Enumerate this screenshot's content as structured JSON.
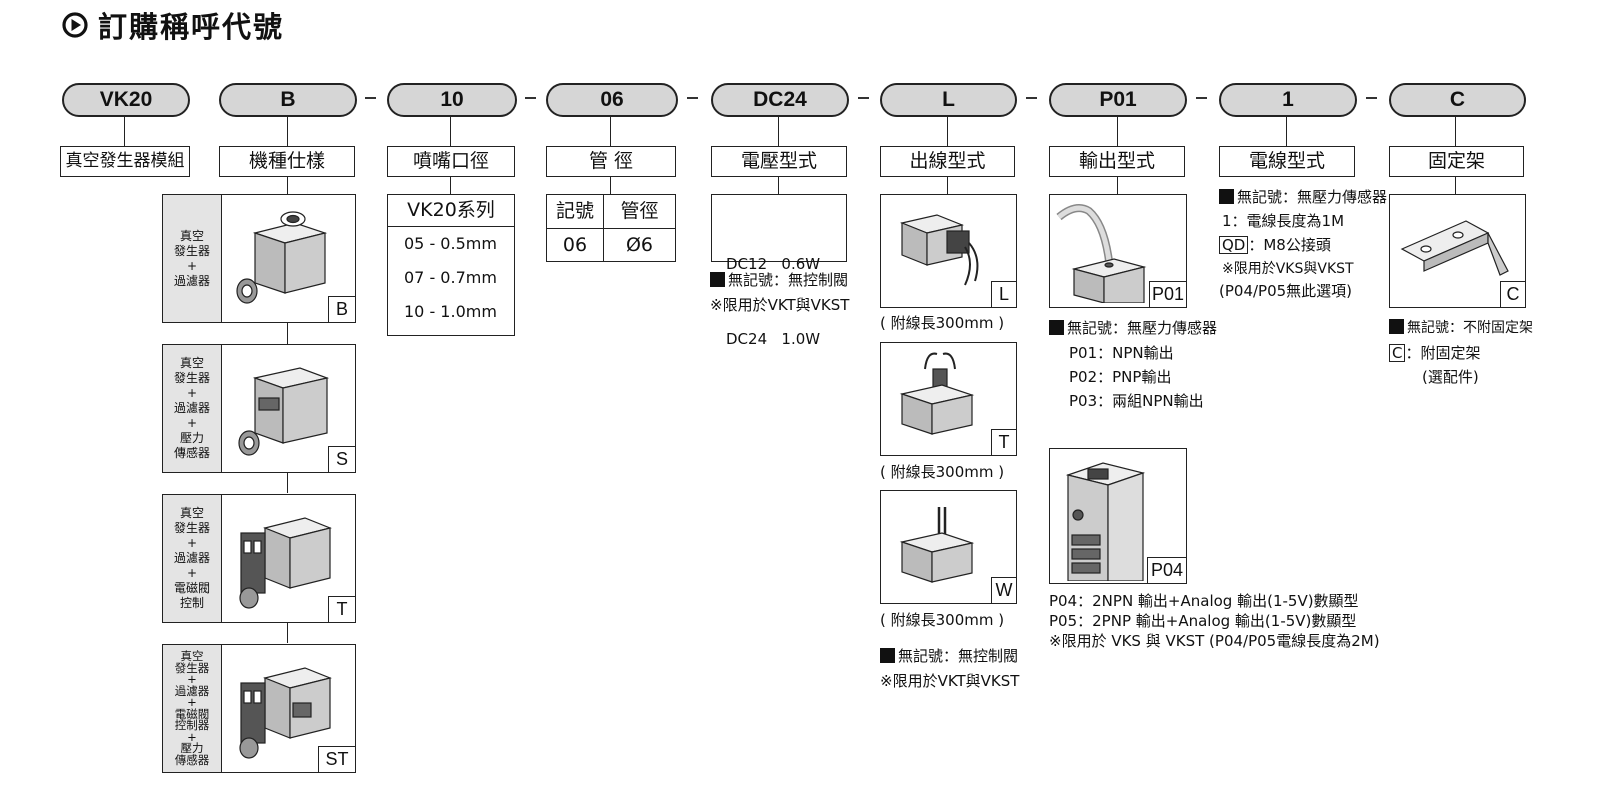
{
  "title": "訂購稱呼代號",
  "codes": [
    "VK20",
    "B",
    "10",
    "06",
    "DC24",
    "L",
    "P01",
    "1",
    "C"
  ],
  "headers": [
    "真空發生器模組",
    "機種仕樣",
    "噴嘴口徑",
    "管 徑",
    "電壓型式",
    "出線型式",
    "輸出型式",
    "電線型式",
    "固定架"
  ],
  "models": [
    {
      "side": [
        "真空",
        "發生器",
        "+",
        "過濾器"
      ],
      "tag": "B"
    },
    {
      "side": [
        "真空",
        "發生器",
        "+",
        "過濾器",
        "+",
        "壓力",
        "傳感器"
      ],
      "tag": "S"
    },
    {
      "side": [
        "真空",
        "發生器",
        "+",
        "過濾器",
        "+",
        "電磁閥",
        "控制"
      ],
      "tag": "T"
    },
    {
      "side": [
        "真空",
        "發生器",
        "+",
        "過濾器",
        "+",
        "電磁閥",
        "控制器",
        "+",
        "壓力",
        "傳感器"
      ],
      "tag": "ST"
    }
  ],
  "nozzle": {
    "head": "VK20系列",
    "rows": [
      "05 - 0.5mm",
      "07 - 0.7mm",
      "10 - 1.0mm"
    ]
  },
  "tube": {
    "h1": "記號",
    "h2": "管徑",
    "c1": "06",
    "c2": "Ø6"
  },
  "voltage": {
    "rows": [
      "DC12   0.6W",
      "DC24   1.0W"
    ],
    "note1": "無記號：無控制閥",
    "note2": "※限用於VKT與VKST"
  },
  "outlet": {
    "tags": [
      "L",
      "T",
      "W"
    ],
    "caption": "( 附線長300mm )",
    "note1": "無記號：無控制閥",
    "note2": "※限用於VKT與VKST"
  },
  "output": {
    "tag1": "P01",
    "tag2": "P04",
    "notes": [
      "無記號：無壓力傳感器",
      "P01：NPN輸出",
      "P02：PNP輸出",
      "P03：兩組NPN輸出"
    ],
    "notes2": [
      "P04：2NPN 輸出+Analog 輸出(1-5V)數顯型",
      "P05：2PNP 輸出+Analog 輸出(1-5V)數顯型",
      "※限用於 VKS 與 VKST (P04/P05電線長度為2M)"
    ]
  },
  "wire": {
    "n1": "無記號：無壓力傳感器",
    "n2": "1：電線長度為1M",
    "qd": "QD",
    "n3": "：M8公接頭",
    "n4": "※限用於VKS與VKST",
    "n5": "(P04/P05無此選項)"
  },
  "bracket": {
    "tag": "C",
    "n1": "無記號：不附固定架",
    "c": "C",
    "n2": "：附固定架",
    "n3": "(選配件)"
  }
}
